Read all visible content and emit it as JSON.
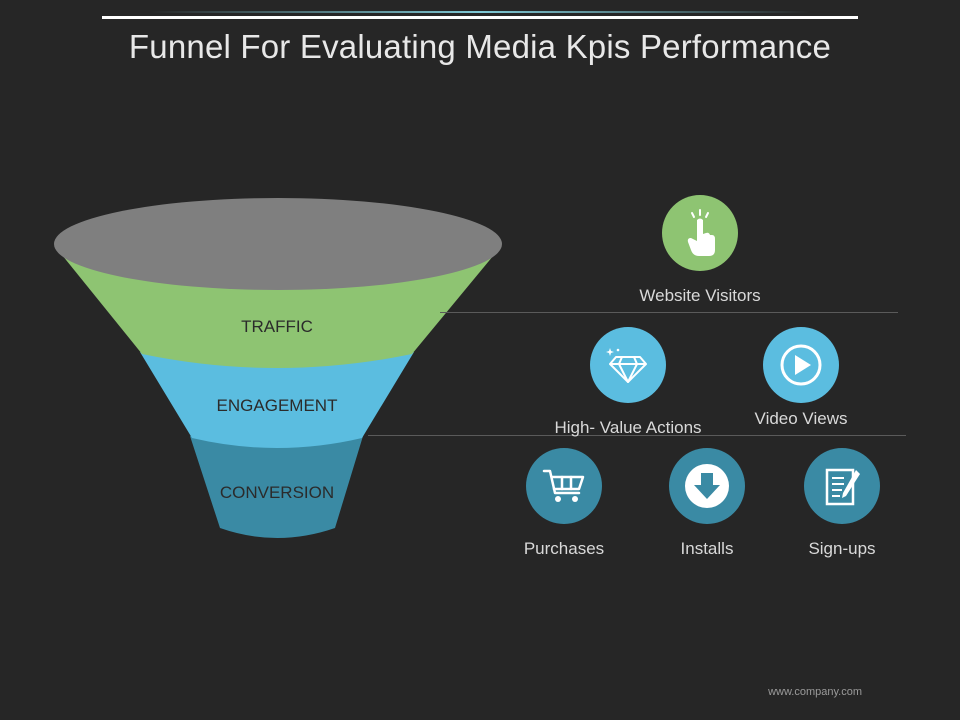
{
  "slide": {
    "title": "Funnel For Evaluating Media Kpis Performance",
    "footer": "www.company.com"
  },
  "funnel": {
    "stages": [
      {
        "label": "TRAFFIC",
        "color": "#8ec472"
      },
      {
        "label": "ENGAGEMENT",
        "color": "#5bbde0"
      },
      {
        "label": "CONVERSION",
        "color": "#3a8aa4"
      }
    ],
    "rim_color": "#7f7f7f"
  },
  "kpis": {
    "traffic": [
      {
        "label": "Website Visitors",
        "icon": "pointing-hand-icon",
        "color": "#8ec472"
      }
    ],
    "engagement": [
      {
        "label": "High- Value Actions",
        "icon": "diamond-icon",
        "color": "#5bbde0"
      },
      {
        "label": "Video Views",
        "icon": "play-icon",
        "color": "#5bbde0"
      }
    ],
    "conversion": [
      {
        "label": "Purchases",
        "icon": "shopping-cart-icon",
        "color": "#3a8aa4"
      },
      {
        "label": "Installs",
        "icon": "download-icon",
        "color": "#3a8aa4"
      },
      {
        "label": "Sign-ups",
        "icon": "notepad-pen-icon",
        "color": "#3a8aa4"
      }
    ]
  }
}
